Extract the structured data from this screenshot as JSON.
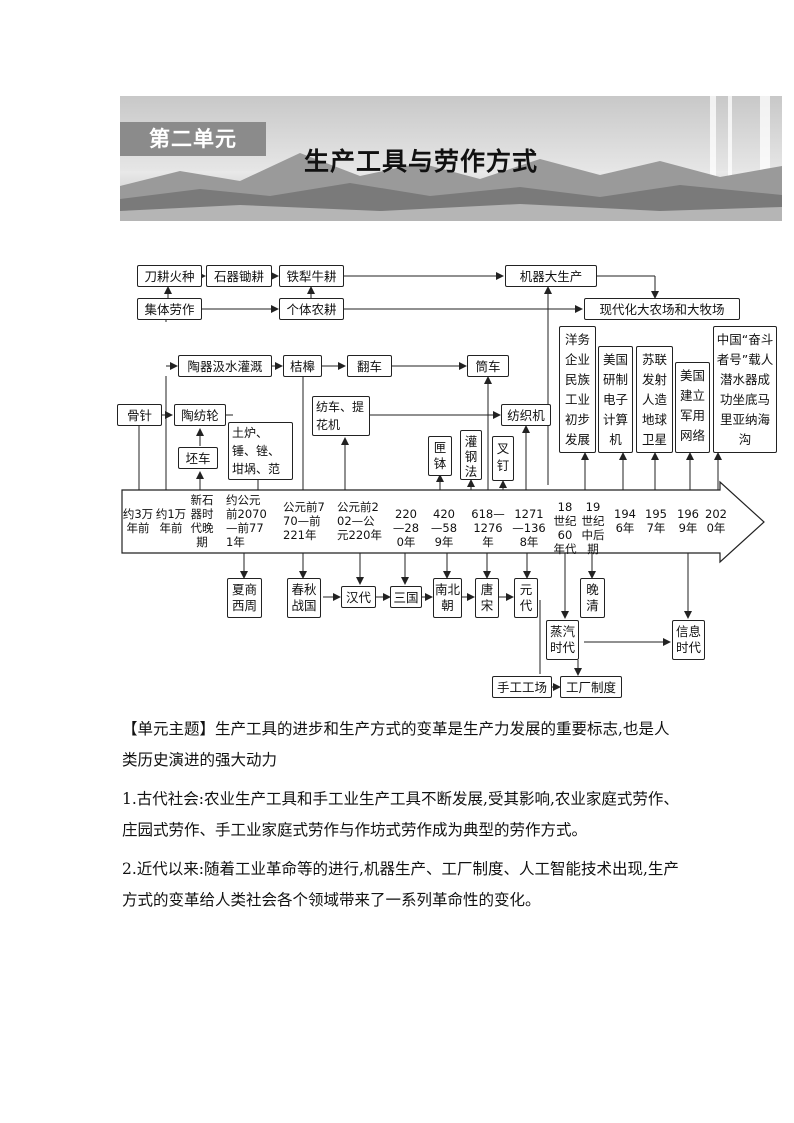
{
  "banner": {
    "unit_tag": "第二单元",
    "title": "生产工具与劳作方式"
  },
  "diagram": {
    "top_row": [
      "刀耕火种",
      "石器锄耕",
      "铁犁牛耕",
      "机器大生产"
    ],
    "second_row": [
      "集体劳作",
      "个体农耕",
      "现代化大农场和大牧场"
    ],
    "water_row": [
      "陶器汲水灌溉",
      "桔槔",
      "翻车",
      "筒车"
    ],
    "textile": [
      "骨针",
      "陶纺轮",
      "纺车、提花机",
      "纺织机"
    ],
    "pottery": "坯车",
    "metallurgy": "土炉、锤、锉、坩埚、范",
    "craft_items": [
      "匣钵",
      "灌钢法",
      "叉钉"
    ],
    "modern": [
      "洋务企业民族工业初步发展",
      "美国研制电子计算机",
      "苏联发射人造地球卫星",
      "美国建立军用网络",
      "中国“奋斗者号”载人潜水器成功坐底马里亚纳海沟"
    ],
    "timeline": [
      "约3万年前",
      "约1万年前",
      "新石器时代晚期",
      "约公元前2070—前771年",
      "公元前770—前221年",
      "公元前202—公元220年",
      "220—280年",
      "420—589年",
      "618—1276年",
      "1271—1368年",
      "18世纪60年代",
      "19世纪中后期",
      "1946年",
      "1957年",
      "1969年",
      "2020年"
    ],
    "dynasties": [
      "夏商西周",
      "春秋战国",
      "汉代",
      "三国",
      "南北朝",
      "唐宋",
      "元代",
      "晚清"
    ],
    "eras": [
      "蒸汽时代",
      "信息时代"
    ],
    "bottom": [
      "手工工场",
      "工厂制度"
    ]
  },
  "text": {
    "theme_label": "【单元主题】",
    "theme": "生产工具的进步和生产方式的变革是生产力发展的重要标志,也是人类历史演进的强大动力",
    "point1": "1.古代社会:农业生产工具和手工业生产工具不断发展,受其影响,农业家庭式劳作、庄园式劳作、手工业家庭式劳作与作坊式劳作成为典型的劳作方式。",
    "point2": "2.近代以来:随着工业革命等的进行,机器生产、工厂制度、人工智能技术出现,生产方式的变革给人类社会各个领域带来了一系列革命性的变化。"
  }
}
